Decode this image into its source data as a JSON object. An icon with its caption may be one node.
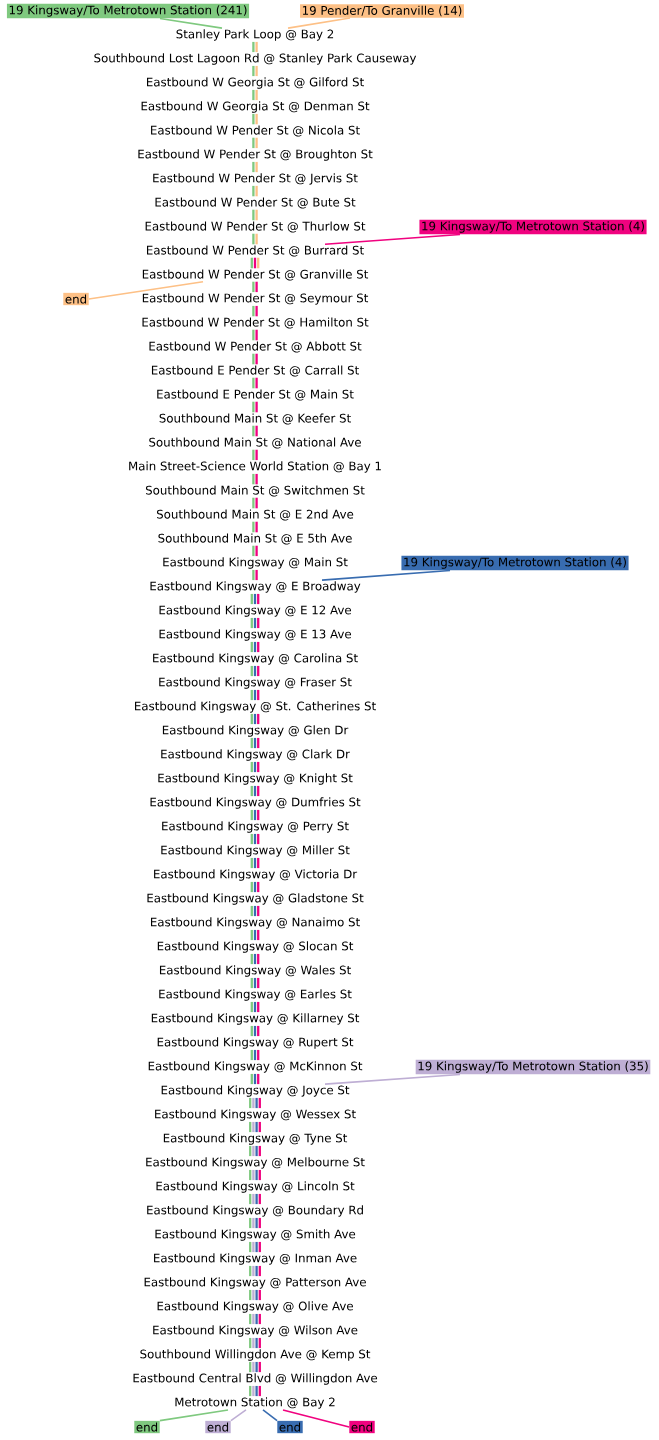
{
  "diagram": {
    "nodes": [
      {
        "text": [
          "19 Kingsway/To Metrotown Station (241)"
        ]
      },
      {
        "text": [
          "19 Pender/To Granville (14)"
        ]
      },
      {
        "text": [
          "Stanley Park Loop @ Bay 2"
        ]
      },
      {
        "text": [
          "Southbound Lost Lagoon Rd @ Stanley Park Causeway"
        ]
      },
      {
        "text": [
          "Eastbound W Georgia St @ Gilford St"
        ]
      },
      {
        "text": [
          "Eastbound W Georgia St @ Denman St"
        ]
      },
      {
        "text": [
          "Eastbound W Pender St @ Nicola St"
        ]
      },
      {
        "text": [
          "Eastbound W Pender St @ Broughton St"
        ]
      },
      {
        "text": [
          "Eastbound W Pender St @ Jervis St"
        ]
      },
      {
        "text": [
          "Eastbound W Pender St @ Bute St"
        ]
      },
      {
        "text": [
          "Eastbound W Pender St @ Thurlow St"
        ]
      },
      {
        "text": [
          "Eastbound W Pender St @ Burrard St"
        ]
      },
      {
        "text": [
          "Eastbound W Pender St @ Granville St"
        ]
      },
      {
        "text": [
          "Eastbound W Pender St @ Seymour St"
        ]
      },
      {
        "text": [
          "Eastbound W Pender St @ Hamilton St"
        ]
      },
      {
        "text": [
          "Eastbound W Pender St @ Abbott St"
        ]
      },
      {
        "text": [
          "Eastbound E Pender St @ Carrall St"
        ]
      },
      {
        "text": [
          "Eastbound E Pender St @ Main St"
        ]
      },
      {
        "text": [
          "Southbound Main St @ Keefer St"
        ]
      },
      {
        "text": [
          "Southbound Main St @ National Ave"
        ]
      },
      {
        "text": [
          "Main Street-Science World Station @ Bay 1"
        ]
      },
      {
        "text": [
          "Southbound Main St @ Switchmen St"
        ]
      },
      {
        "text": [
          "Southbound Main St @ E 2nd Ave"
        ]
      },
      {
        "text": [
          "Southbound Main St @ E 5th Ave"
        ]
      },
      {
        "text": [
          "Eastbound Kingsway @ Main St"
        ]
      },
      {
        "text": [
          "Eastbound Kingsway @ E Broadway"
        ]
      },
      {
        "text": [
          "Eastbound Kingsway @ E 12 Ave"
        ]
      },
      {
        "text": [
          "Eastbound Kingsway @ E 13 Ave"
        ]
      },
      {
        "text": [
          "Eastbound Kingsway @ Carolina St"
        ]
      },
      {
        "text": [
          "Eastbound Kingsway @ Fraser St"
        ]
      },
      {
        "text": [
          "Eastbound Kingsway @ St. Catherines St"
        ]
      },
      {
        "text": [
          "Eastbound Kingsway @ Glen Dr"
        ]
      },
      {
        "text": [
          "Eastbound Kingsway @ Clark Dr"
        ]
      },
      {
        "text": [
          "Eastbound Kingsway @ Knight St"
        ]
      },
      {
        "text": [
          "Eastbound Kingsway @ Dumfries St"
        ]
      },
      {
        "text": [
          "Eastbound Kingsway @ Perry St"
        ]
      },
      {
        "text": [
          "Eastbound Kingsway @ Miller St"
        ]
      },
      {
        "text": [
          "Eastbound Kingsway @ Victoria Dr"
        ]
      },
      {
        "text": [
          "Eastbound Kingsway @ Gladstone St"
        ]
      },
      {
        "text": [
          "Eastbound Kingsway @ Nanaimo St"
        ]
      },
      {
        "text": [
          "Eastbound Kingsway @ Slocan St"
        ]
      },
      {
        "text": [
          "Eastbound Kingsway @ Wales St"
        ]
      },
      {
        "text": [
          "Eastbound Kingsway @ Earles St"
        ]
      },
      {
        "text": [
          "Eastbound Kingsway @ Killarney St"
        ]
      },
      {
        "text": [
          "Eastbound Kingsway @ Rupert St"
        ]
      },
      {
        "text": [
          "Eastbound Kingsway @ McKinnon St"
        ]
      },
      {
        "text": [
          "Eastbound Kingsway @ Joyce St"
        ]
      },
      {
        "text": [
          "Eastbound Kingsway @ Wessex St"
        ]
      },
      {
        "text": [
          "Eastbound Kingsway @ Tyne St"
        ]
      },
      {
        "text": [
          "Eastbound Kingsway @ Melbourne St"
        ]
      },
      {
        "text": [
          "Eastbound Kingsway @ Lincoln St"
        ]
      },
      {
        "text": [
          "Eastbound Kingsway @ Boundary Rd"
        ]
      },
      {
        "text": [
          "Eastbound Kingsway @ Smith Ave"
        ]
      },
      {
        "text": [
          "Eastbound Kingsway @ Inman Ave"
        ]
      },
      {
        "text": [
          "Eastbound Kingsway @ Patterson Ave"
        ]
      },
      {
        "text": [
          "Eastbound Kingsway @ Olive Ave"
        ]
      },
      {
        "text": [
          "Eastbound Kingsway @ Wilson Ave"
        ]
      },
      {
        "text": [
          "Southbound Willingdon Ave @ Kemp St"
        ]
      },
      {
        "text": [
          "Eastbound Central Blvd @ Willingdon Ave"
        ]
      },
      {
        "text": [
          "Metrotown Station @ Bay 2"
        ]
      },
      {
        "text": [
          "19 Kingsway/To Metrotown Station (4)"
        ]
      },
      {
        "text": [
          "end"
        ]
      },
      {
        "text": [
          "19 Kingsway/To Metrotown Station (4)"
        ]
      },
      {
        "text": [
          "19 Kingsway/To Metrotown Station (35)"
        ]
      },
      {
        "text": [
          "end"
        ]
      },
      {
        "text": [
          "end"
        ]
      },
      {
        "text": [
          "end"
        ]
      },
      {
        "text": [
          "end"
        ]
      }
    ],
    "edges": [
      {
        "from": 0,
        "to": 2,
        "arrow": "none",
        "color": "#7fc97f"
      },
      {
        "from": 1,
        "to": 2,
        "arrow": "none",
        "color": "#fdc086"
      },
      {
        "from": 2,
        "to": 3,
        "arrow": "none",
        "color": "#7fc97f"
      },
      {
        "from": 2,
        "to": 3,
        "arrow": "none",
        "color": "#fdc086"
      },
      {
        "from": 3,
        "to": 4,
        "arrow": "none",
        "color": "#7fc97f"
      },
      {
        "from": 3,
        "to": 4,
        "arrow": "none",
        "color": "#fdc086"
      },
      {
        "from": 4,
        "to": 5,
        "arrow": "none",
        "color": "#7fc97f"
      },
      {
        "from": 4,
        "to": 5,
        "arrow": "none",
        "color": "#fdc086"
      },
      {
        "from": 5,
        "to": 6,
        "arrow": "none",
        "color": "#7fc97f"
      },
      {
        "from": 5,
        "to": 6,
        "arrow": "none",
        "color": "#fdc086"
      },
      {
        "from": 6,
        "to": 7,
        "arrow": "none",
        "color": "#7fc97f"
      },
      {
        "from": 6,
        "to": 7,
        "arrow": "none",
        "color": "#fdc086"
      },
      {
        "from": 7,
        "to": 8,
        "arrow": "none",
        "color": "#7fc97f"
      },
      {
        "from": 7,
        "to": 8,
        "arrow": "none",
        "color": "#fdc086"
      },
      {
        "from": 8,
        "to": 9,
        "arrow": "none",
        "color": "#7fc97f"
      },
      {
        "from": 8,
        "to": 9,
        "arrow": "none",
        "color": "#fdc086"
      },
      {
        "from": 9,
        "to": 10,
        "arrow": "none",
        "color": "#7fc97f"
      },
      {
        "from": 9,
        "to": 10,
        "arrow": "none",
        "color": "#fdc086"
      },
      {
        "from": 10,
        "to": 11,
        "arrow": "none",
        "color": "#7fc97f"
      },
      {
        "from": 10,
        "to": 11,
        "arrow": "none",
        "color": "#fdc086"
      },
      {
        "from": 11,
        "to": 12,
        "arrow": "none",
        "color": "#7fc97f"
      },
      {
        "from": 11,
        "to": 12,
        "arrow": "none",
        "color": "#f0027f"
      },
      {
        "from": 11,
        "to": 12,
        "arrow": "none",
        "color": "#fdc086"
      },
      {
        "from": 12,
        "to": 13,
        "arrow": "none",
        "color": "#7fc97f"
      },
      {
        "from": 12,
        "to": 13,
        "arrow": "none",
        "color": "#f0027f"
      },
      {
        "from": 13,
        "to": 14,
        "arrow": "none",
        "color": "#7fc97f"
      },
      {
        "from": 13,
        "to": 14,
        "arrow": "none",
        "color": "#f0027f"
      },
      {
        "from": 14,
        "to": 15,
        "arrow": "none",
        "color": "#7fc97f"
      },
      {
        "from": 14,
        "to": 15,
        "arrow": "none",
        "color": "#f0027f"
      },
      {
        "from": 15,
        "to": 16,
        "arrow": "none",
        "color": "#7fc97f"
      },
      {
        "from": 15,
        "to": 16,
        "arrow": "none",
        "color": "#f0027f"
      },
      {
        "from": 16,
        "to": 17,
        "arrow": "none",
        "color": "#7fc97f"
      },
      {
        "from": 16,
        "to": 17,
        "arrow": "none",
        "color": "#f0027f"
      },
      {
        "from": 17,
        "to": 18,
        "arrow": "none",
        "color": "#7fc97f"
      },
      {
        "from": 17,
        "to": 18,
        "arrow": "none",
        "color": "#f0027f"
      },
      {
        "from": 18,
        "to": 19,
        "arrow": "none",
        "color": "#7fc97f"
      },
      {
        "from": 18,
        "to": 19,
        "arrow": "none",
        "color": "#f0027f"
      },
      {
        "from": 19,
        "to": 20,
        "arrow": "none",
        "color": "#7fc97f"
      },
      {
        "from": 19,
        "to": 20,
        "arrow": "none",
        "color": "#f0027f"
      },
      {
        "from": 20,
        "to": 21,
        "arrow": "none",
        "color": "#7fc97f"
      },
      {
        "from": 20,
        "to": 21,
        "arrow": "none",
        "color": "#f0027f"
      },
      {
        "from": 21,
        "to": 22,
        "arrow": "none",
        "color": "#7fc97f"
      },
      {
        "from": 21,
        "to": 22,
        "arrow": "none",
        "color": "#f0027f"
      },
      {
        "from": 22,
        "to": 23,
        "arrow": "none",
        "color": "#7fc97f"
      },
      {
        "from": 22,
        "to": 23,
        "arrow": "none",
        "color": "#f0027f"
      },
      {
        "from": 23,
        "to": 24,
        "arrow": "none",
        "color": "#7fc97f"
      },
      {
        "from": 23,
        "to": 24,
        "arrow": "none",
        "color": "#f0027f"
      },
      {
        "from": 24,
        "to": 25,
        "arrow": "none",
        "color": "#7fc97f"
      },
      {
        "from": 24,
        "to": 25,
        "arrow": "none",
        "color": "#f0027f"
      },
      {
        "from": 25,
        "to": 26,
        "arrow": "none",
        "color": "#7fc97f"
      },
      {
        "from": 25,
        "to": 26,
        "arrow": "none",
        "color": "#386cb0"
      },
      {
        "from": 25,
        "to": 26,
        "arrow": "none",
        "color": "#f0027f"
      },
      {
        "from": 26,
        "to": 27,
        "arrow": "none",
        "color": "#7fc97f"
      },
      {
        "from": 26,
        "to": 27,
        "arrow": "none",
        "color": "#386cb0"
      },
      {
        "from": 26,
        "to": 27,
        "arrow": "none",
        "color": "#f0027f"
      },
      {
        "from": 27,
        "to": 28,
        "arrow": "none",
        "color": "#7fc97f"
      },
      {
        "from": 27,
        "to": 28,
        "arrow": "none",
        "color": "#386cb0"
      },
      {
        "from": 27,
        "to": 28,
        "arrow": "none",
        "color": "#f0027f"
      },
      {
        "from": 28,
        "to": 29,
        "arrow": "none",
        "color": "#7fc97f"
      },
      {
        "from": 28,
        "to": 29,
        "arrow": "none",
        "color": "#386cb0"
      },
      {
        "from": 28,
        "to": 29,
        "arrow": "none",
        "color": "#f0027f"
      },
      {
        "from": 29,
        "to": 30,
        "arrow": "none",
        "color": "#7fc97f"
      },
      {
        "from": 29,
        "to": 30,
        "arrow": "none",
        "color": "#386cb0"
      },
      {
        "from": 29,
        "to": 30,
        "arrow": "none",
        "color": "#f0027f"
      },
      {
        "from": 30,
        "to": 31,
        "arrow": "none",
        "color": "#7fc97f"
      },
      {
        "from": 30,
        "to": 31,
        "arrow": "none",
        "color": "#386cb0"
      },
      {
        "from": 30,
        "to": 31,
        "arrow": "none",
        "color": "#f0027f"
      },
      {
        "from": 31,
        "to": 32,
        "arrow": "none",
        "color": "#7fc97f"
      },
      {
        "from": 31,
        "to": 32,
        "arrow": "none",
        "color": "#386cb0"
      },
      {
        "from": 31,
        "to": 32,
        "arrow": "none",
        "color": "#f0027f"
      },
      {
        "from": 32,
        "to": 33,
        "arrow": "none",
        "color": "#7fc97f"
      },
      {
        "from": 32,
        "to": 33,
        "arrow": "none",
        "color": "#386cb0"
      },
      {
        "from": 32,
        "to": 33,
        "arrow": "none",
        "color": "#f0027f"
      },
      {
        "from": 33,
        "to": 34,
        "arrow": "none",
        "color": "#7fc97f"
      },
      {
        "from": 33,
        "to": 34,
        "arrow": "none",
        "color": "#386cb0"
      },
      {
        "from": 33,
        "to": 34,
        "arrow": "none",
        "color": "#f0027f"
      },
      {
        "from": 34,
        "to": 35,
        "arrow": "none",
        "color": "#7fc97f"
      },
      {
        "from": 34,
        "to": 35,
        "arrow": "none",
        "color": "#386cb0"
      },
      {
        "from": 34,
        "to": 35,
        "arrow": "none",
        "color": "#f0027f"
      },
      {
        "from": 35,
        "to": 36,
        "arrow": "none",
        "color": "#7fc97f"
      },
      {
        "from": 35,
        "to": 36,
        "arrow": "none",
        "color": "#386cb0"
      },
      {
        "from": 35,
        "to": 36,
        "arrow": "none",
        "color": "#f0027f"
      },
      {
        "from": 36,
        "to": 37,
        "arrow": "none",
        "color": "#7fc97f"
      },
      {
        "from": 36,
        "to": 37,
        "arrow": "none",
        "color": "#386cb0"
      },
      {
        "from": 36,
        "to": 37,
        "arrow": "none",
        "color": "#f0027f"
      },
      {
        "from": 37,
        "to": 38,
        "arrow": "none",
        "color": "#7fc97f"
      },
      {
        "from": 37,
        "to": 38,
        "arrow": "none",
        "color": "#386cb0"
      },
      {
        "from": 37,
        "to": 38,
        "arrow": "none",
        "color": "#f0027f"
      },
      {
        "from": 38,
        "to": 39,
        "arrow": "none",
        "color": "#7fc97f"
      },
      {
        "from": 38,
        "to": 39,
        "arrow": "none",
        "color": "#386cb0"
      },
      {
        "from": 38,
        "to": 39,
        "arrow": "none",
        "color": "#f0027f"
      },
      {
        "from": 39,
        "to": 40,
        "arrow": "none",
        "color": "#7fc97f"
      },
      {
        "from": 39,
        "to": 40,
        "arrow": "none",
        "color": "#386cb0"
      },
      {
        "from": 39,
        "to": 40,
        "arrow": "none",
        "color": "#f0027f"
      },
      {
        "from": 40,
        "to": 41,
        "arrow": "none",
        "color": "#7fc97f"
      },
      {
        "from": 40,
        "to": 41,
        "arrow": "none",
        "color": "#386cb0"
      },
      {
        "from": 40,
        "to": 41,
        "arrow": "none",
        "color": "#f0027f"
      },
      {
        "from": 41,
        "to": 42,
        "arrow": "none",
        "color": "#7fc97f"
      },
      {
        "from": 41,
        "to": 42,
        "arrow": "none",
        "color": "#386cb0"
      },
      {
        "from": 41,
        "to": 42,
        "arrow": "none",
        "color": "#f0027f"
      },
      {
        "from": 42,
        "to": 43,
        "arrow": "none",
        "color": "#7fc97f"
      },
      {
        "from": 42,
        "to": 43,
        "arrow": "none",
        "color": "#386cb0"
      },
      {
        "from": 42,
        "to": 43,
        "arrow": "none",
        "color": "#f0027f"
      },
      {
        "from": 43,
        "to": 44,
        "arrow": "none",
        "color": "#7fc97f"
      },
      {
        "from": 43,
        "to": 44,
        "arrow": "none",
        "color": "#386cb0"
      },
      {
        "from": 43,
        "to": 44,
        "arrow": "none",
        "color": "#f0027f"
      },
      {
        "from": 44,
        "to": 45,
        "arrow": "none",
        "color": "#7fc97f"
      },
      {
        "from": 44,
        "to": 45,
        "arrow": "none",
        "color": "#386cb0"
      },
      {
        "from": 44,
        "to": 45,
        "arrow": "none",
        "color": "#f0027f"
      },
      {
        "from": 45,
        "to": 46,
        "arrow": "none",
        "color": "#7fc97f"
      },
      {
        "from": 45,
        "to": 46,
        "arrow": "none",
        "color": "#386cb0"
      },
      {
        "from": 45,
        "to": 46,
        "arrow": "none",
        "color": "#f0027f"
      },
      {
        "from": 46,
        "to": 47,
        "arrow": "none",
        "color": "#7fc97f"
      },
      {
        "from": 46,
        "to": 47,
        "arrow": "none",
        "color": "#beaed4"
      },
      {
        "from": 46,
        "to": 47,
        "arrow": "none",
        "color": "#386cb0"
      },
      {
        "from": 46,
        "to": 47,
        "arrow": "none",
        "color": "#f0027f"
      },
      {
        "from": 47,
        "to": 48,
        "arrow": "none",
        "color": "#7fc97f"
      },
      {
        "from": 47,
        "to": 48,
        "arrow": "none",
        "color": "#beaed4"
      },
      {
        "from": 47,
        "to": 48,
        "arrow": "none",
        "color": "#386cb0"
      },
      {
        "from": 47,
        "to": 48,
        "arrow": "none",
        "color": "#f0027f"
      },
      {
        "from": 48,
        "to": 49,
        "arrow": "none",
        "color": "#7fc97f"
      },
      {
        "from": 48,
        "to": 49,
        "arrow": "none",
        "color": "#beaed4"
      },
      {
        "from": 48,
        "to": 49,
        "arrow": "none",
        "color": "#386cb0"
      },
      {
        "from": 48,
        "to": 49,
        "arrow": "none",
        "color": "#f0027f"
      },
      {
        "from": 49,
        "to": 50,
        "arrow": "none",
        "color": "#7fc97f"
      },
      {
        "from": 49,
        "to": 50,
        "arrow": "none",
        "color": "#beaed4"
      },
      {
        "from": 49,
        "to": 50,
        "arrow": "none",
        "color": "#386cb0"
      },
      {
        "from": 49,
        "to": 50,
        "arrow": "none",
        "color": "#f0027f"
      },
      {
        "from": 50,
        "to": 51,
        "arrow": "none",
        "color": "#7fc97f"
      },
      {
        "from": 50,
        "to": 51,
        "arrow": "none",
        "color": "#beaed4"
      },
      {
        "from": 50,
        "to": 51,
        "arrow": "none",
        "color": "#386cb0"
      },
      {
        "from": 50,
        "to": 51,
        "arrow": "none",
        "color": "#f0027f"
      },
      {
        "from": 51,
        "to": 52,
        "arrow": "none",
        "color": "#7fc97f"
      },
      {
        "from": 51,
        "to": 52,
        "arrow": "none",
        "color": "#beaed4"
      },
      {
        "from": 51,
        "to": 52,
        "arrow": "none",
        "color": "#386cb0"
      },
      {
        "from": 51,
        "to": 52,
        "arrow": "none",
        "color": "#f0027f"
      },
      {
        "from": 52,
        "to": 53,
        "arrow": "none",
        "color": "#7fc97f"
      },
      {
        "from": 52,
        "to": 53,
        "arrow": "none",
        "color": "#beaed4"
      },
      {
        "from": 52,
        "to": 53,
        "arrow": "none",
        "color": "#386cb0"
      },
      {
        "from": 52,
        "to": 53,
        "arrow": "none",
        "color": "#f0027f"
      },
      {
        "from": 53,
        "to": 54,
        "arrow": "none",
        "color": "#7fc97f"
      },
      {
        "from": 53,
        "to": 54,
        "arrow": "none",
        "color": "#beaed4"
      },
      {
        "from": 53,
        "to": 54,
        "arrow": "none",
        "color": "#386cb0"
      },
      {
        "from": 53,
        "to": 54,
        "arrow": "none",
        "color": "#f0027f"
      },
      {
        "from": 54,
        "to": 55,
        "arrow": "none",
        "color": "#7fc97f"
      },
      {
        "from": 54,
        "to": 55,
        "arrow": "none",
        "color": "#beaed4"
      },
      {
        "from": 54,
        "to": 55,
        "arrow": "none",
        "color": "#386cb0"
      },
      {
        "from": 54,
        "to": 55,
        "arrow": "none",
        "color": "#f0027f"
      },
      {
        "from": 55,
        "to": 56,
        "arrow": "none",
        "color": "#7fc97f"
      },
      {
        "from": 55,
        "to": 56,
        "arrow": "none",
        "color": "#beaed4"
      },
      {
        "from": 55,
        "to": 56,
        "arrow": "none",
        "color": "#386cb0"
      },
      {
        "from": 55,
        "to": 56,
        "arrow": "none",
        "color": "#f0027f"
      },
      {
        "from": 56,
        "to": 57,
        "arrow": "none",
        "color": "#7fc97f"
      },
      {
        "from": 56,
        "to": 57,
        "arrow": "none",
        "color": "#beaed4"
      },
      {
        "from": 56,
        "to": 57,
        "arrow": "none",
        "color": "#386cb0"
      },
      {
        "from": 56,
        "to": 57,
        "arrow": "none",
        "color": "#f0027f"
      },
      {
        "from": 57,
        "to": 58,
        "arrow": "none",
        "color": "#7fc97f"
      },
      {
        "from": 57,
        "to": 58,
        "arrow": "none",
        "color": "#beaed4"
      },
      {
        "from": 57,
        "to": 58,
        "arrow": "none",
        "color": "#386cb0"
      },
      {
        "from": 57,
        "to": 58,
        "arrow": "none",
        "color": "#f0027f"
      },
      {
        "from": 58,
        "to": 59,
        "arrow": "none",
        "color": "#7fc97f"
      },
      {
        "from": 58,
        "to": 59,
        "arrow": "none",
        "color": "#beaed4"
      },
      {
        "from": 58,
        "to": 59,
        "arrow": "none",
        "color": "#386cb0"
      },
      {
        "from": 58,
        "to": 59,
        "arrow": "none",
        "color": "#f0027f"
      },
      {
        "from": 60,
        "to": 11,
        "arrow": "none",
        "color": "#f0027f"
      },
      {
        "from": 12,
        "to": 61,
        "arrow": "none",
        "color": "#fdc086"
      },
      {
        "from": 62,
        "to": 25,
        "arrow": "none",
        "color": "#386cb0"
      },
      {
        "from": 63,
        "to": 46,
        "arrow": "none",
        "color": "#beaed4"
      },
      {
        "from": 59,
        "to": 64,
        "arrow": "none",
        "color": "#7fc97f"
      },
      {
        "from": 59,
        "to": 65,
        "arrow": "none",
        "color": "#beaed4"
      },
      {
        "from": 59,
        "to": 66,
        "arrow": "none",
        "color": "#386cb0"
      },
      {
        "from": 59,
        "to": 67,
        "arrow": "none",
        "color": "#f0027f"
      }
    ]
  }
}
